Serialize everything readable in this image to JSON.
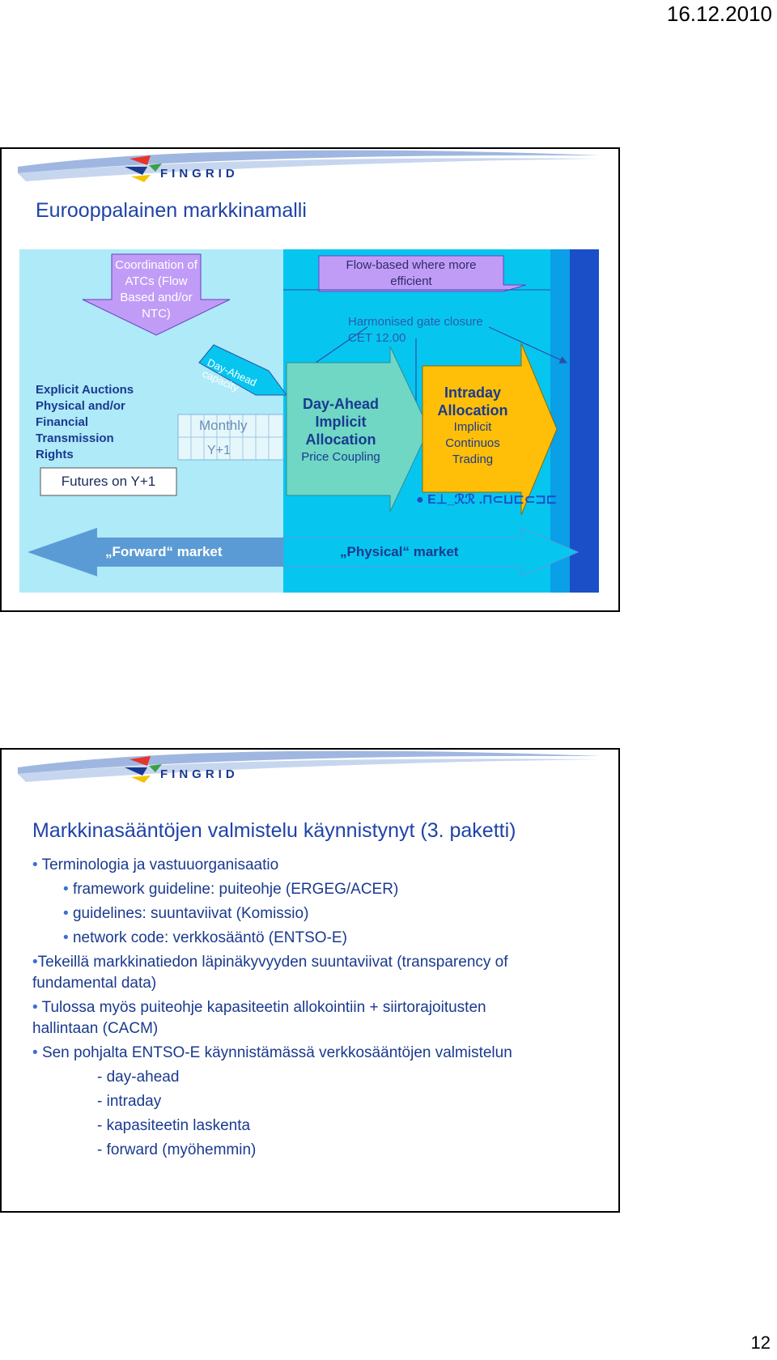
{
  "header": {
    "date": "16.12.2010"
  },
  "footer": {
    "page_number": "12"
  },
  "logo": {
    "text": "FINGRID"
  },
  "slide1": {
    "title": "Eurooppalainen markkinamalli",
    "coordination": [
      "Coordination of",
      "ATCs (Flow",
      "Based and/or",
      "NTC)"
    ],
    "flow_based": [
      "Flow-based where more",
      "efficient"
    ],
    "gate_closure": [
      "Harmonised gate closure",
      "CET 12.00"
    ],
    "explicit_auctions": [
      "Explicit Auctions",
      "Physical and/or",
      "Financial",
      "Transmission",
      "Rights"
    ],
    "day_ahead_capacity": [
      "Day-Ahead",
      "capacity"
    ],
    "monthly": "Monthly",
    "y_plus_1": "Y+1",
    "futures": "Futures on Y+1",
    "day_ahead": {
      "line1": "Day-Ahead",
      "line2": "Implicit",
      "line3": "Allocation",
      "sub": "Price Coupling"
    },
    "intraday": {
      "line1": "Intraday",
      "line2": "Allocation",
      "sub1": "Implicit",
      "sub2": "Continuos",
      "sub3": "Trading"
    },
    "forward_market": "„Forward“ market",
    "physical_market": "„Physical“ market",
    "colors": {
      "light_cyan": "#aeeaf8",
      "cyan": "#06c6f0",
      "dark_blue": "#1b4fc8",
      "lavender": "#c19cf7",
      "teal": "#6fd7c4",
      "orange": "#ffbf08",
      "arrow_blue": "#5b9bd5"
    }
  },
  "slide2": {
    "title": "Markkinasääntöjen valmistelu käynnistynyt (3. paketti)",
    "b1": "Terminologia ja vastuuorganisaatio",
    "b1a": "framework guideline: puiteohje (ERGEG/ACER)",
    "b1b": "guidelines: suuntaviivat (Komissio)",
    "b1c": "network code: verkkosääntö (ENTSO-E)",
    "b2_line1": "Tekeillä markkinatiedon läpinäkyvyyden suuntaviivat (transparency of",
    "b2_line2": "fundamental data)",
    "b3_line1": "Tulossa myös puiteohje kapasiteetin allokointiin + siirtorajoitusten",
    "b3_line2": "hallintaan (CACM)",
    "b4": "Sen pohjalta ENTSO-E käynnistämässä verkkosääntöjen valmistelun",
    "sub1": "- day-ahead",
    "sub2": "- intraday",
    "sub3": "- kapasiteetin laskenta",
    "sub4": "- forward (myöhemmin)"
  }
}
